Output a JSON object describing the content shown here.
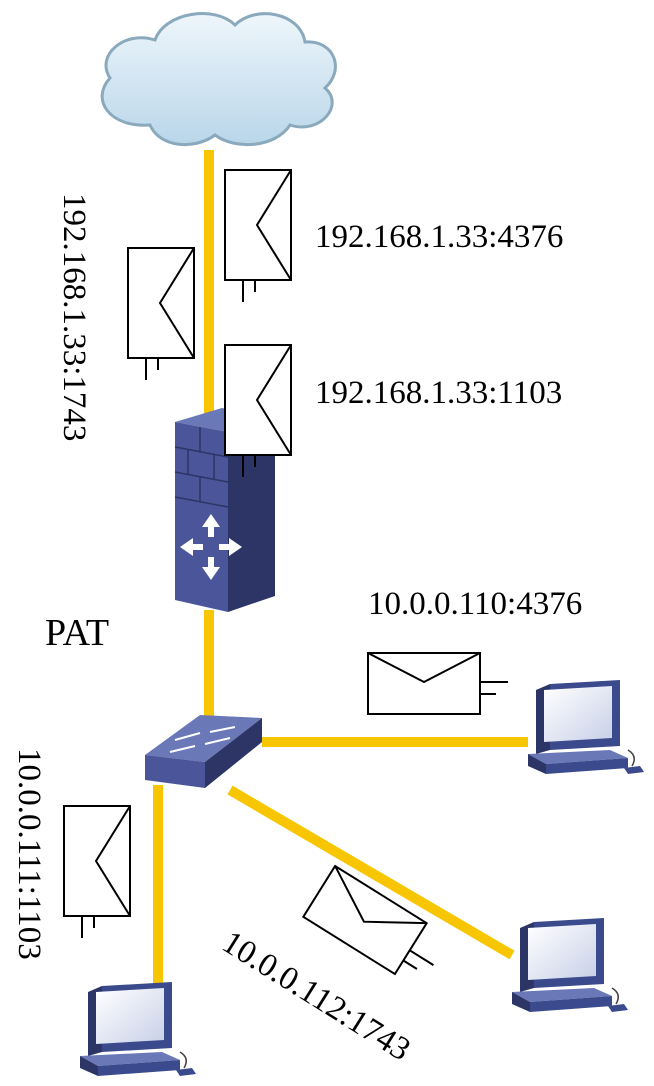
{
  "colors": {
    "link": "#f7c600",
    "device_blue": "#4a5699",
    "device_dark": "#2d3566",
    "cloud_fill": "#d4e8f4",
    "cloud_stroke": "#8aa9bd"
  },
  "labels": {
    "pat": "PAT",
    "public_1": "192.168.1.33:4376",
    "public_2": "192.168.1.33:1103",
    "public_3": "192.168.1.33:1743",
    "host_a": "10.0.0.110:4376",
    "host_b": "10.0.0.111:1103",
    "host_c": "10.0.0.112:1743"
  },
  "icons": {
    "internet": "cloud-icon",
    "router": "firewall-router-icon",
    "switch": "switch-icon",
    "host": "computer-icon",
    "packet": "envelope-icon"
  }
}
